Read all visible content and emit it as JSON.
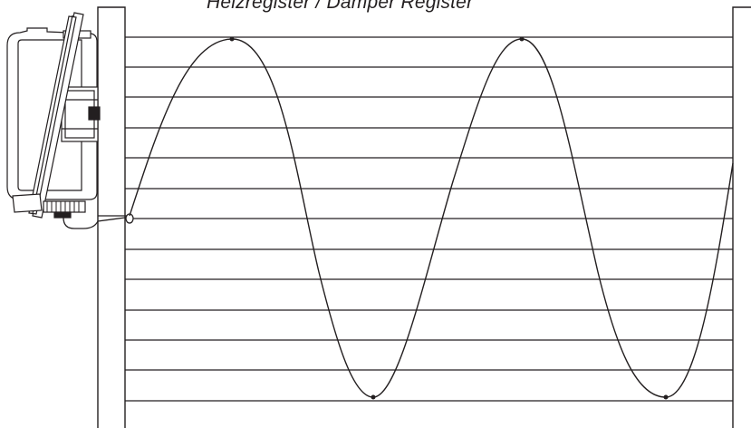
{
  "title": "Heizregister / Damper Register",
  "colors": {
    "line": "#231f20",
    "background": "#ffffff"
  },
  "diagram": {
    "rows": 13,
    "wave_periods": 2,
    "components": [
      "controller-housing",
      "register-frame",
      "register-fins",
      "capillary-sensor"
    ]
  }
}
